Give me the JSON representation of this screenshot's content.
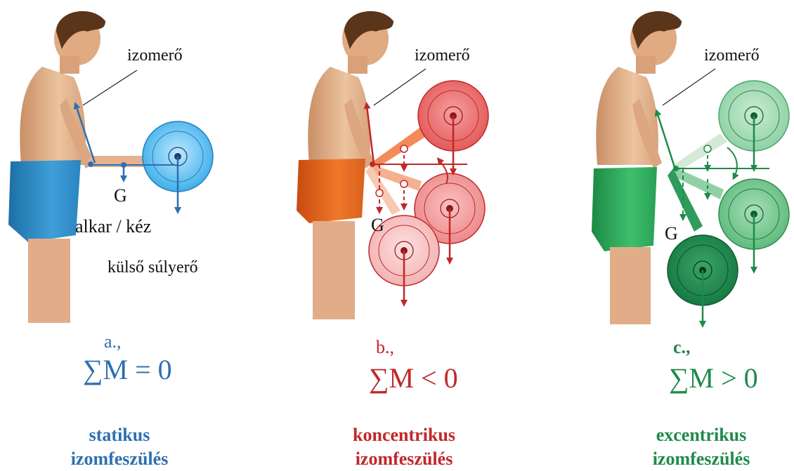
{
  "colors": {
    "blue": "#2f6fb0",
    "red": "#c0282a",
    "green": "#1f8a4a",
    "skin": "#e6b793",
    "hair": "#5a3519"
  },
  "panel_a": {
    "muscle_label": "izomerő",
    "g_label": "G",
    "forearm_label": "alkar / kéz",
    "weight_label": "külső súlyerő",
    "letter": "a.,",
    "equation": "∑M = 0",
    "title_line1": "statikus",
    "title_line2": "izomfeszülés"
  },
  "panel_b": {
    "muscle_label": "izomerő",
    "g_label": "G",
    "letter": "b.,",
    "equation": "∑M < 0",
    "title_line1": "koncentrikus",
    "title_line2": "izomfeszülés"
  },
  "panel_c": {
    "muscle_label": "izomerő",
    "g_label": "G",
    "letter": "c.,",
    "equation": "∑M > 0",
    "title_line1": "excentrikus",
    "title_line2": "izomfeszülés"
  }
}
